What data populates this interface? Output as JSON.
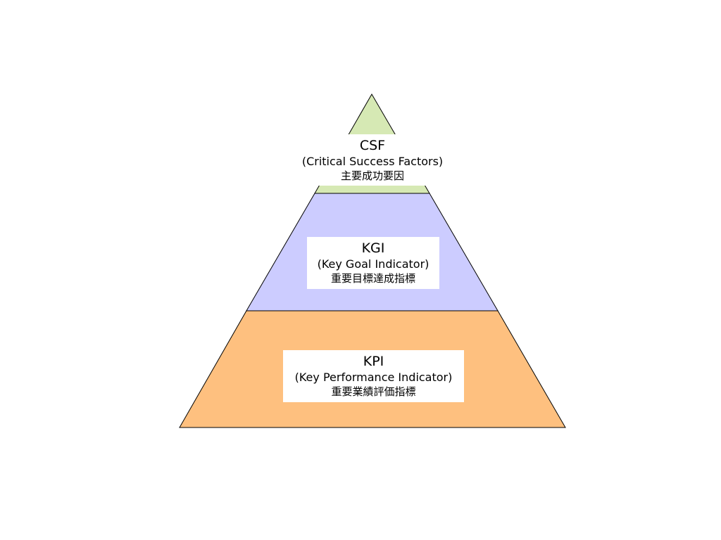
{
  "pyramid": {
    "levels": [
      {
        "id": "csf",
        "title": "CSF",
        "subtitle": "(Critical Success Factors)",
        "japanese": "主要成功要因",
        "color": "#d6e9b4"
      },
      {
        "id": "kgi",
        "title": "KGI",
        "subtitle": "(Key Goal Indicator)",
        "japanese": "重要目標達成指標",
        "color": "#ccccff"
      },
      {
        "id": "kpi",
        "title": "KPI",
        "subtitle": "(Key Performance Indicator)",
        "japanese": "重要業績評価指標",
        "color": "#fec07f"
      }
    ]
  }
}
